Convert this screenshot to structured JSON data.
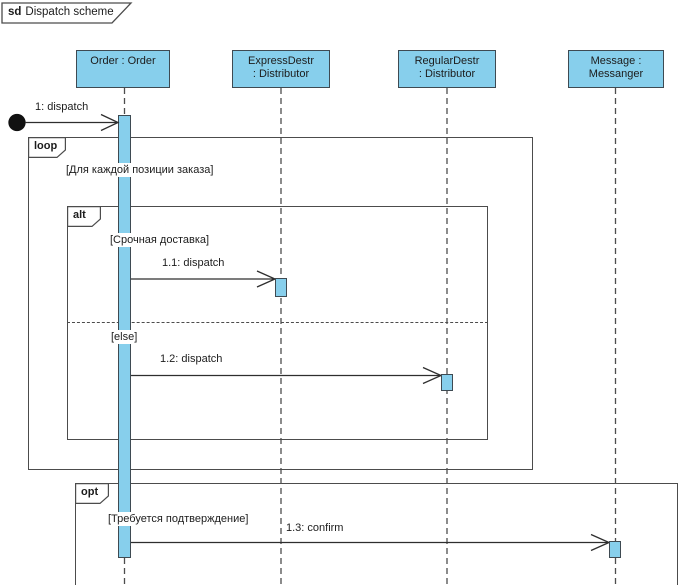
{
  "frame": {
    "keyword": "sd",
    "title": "Dispatch scheme"
  },
  "lifelines": [
    {
      "full_name": "Order : Order",
      "label_line1": "Order : Order",
      "label_line2": ""
    },
    {
      "full_name": "ExpressDestr : Distributor",
      "label_line1": "ExpressDestr",
      "label_line2": ": Distributor"
    },
    {
      "full_name": "RegularDestr : Distributor",
      "label_line1": "RegularDestr",
      "label_line2": ": Distributor"
    },
    {
      "full_name": "Message : Messanger",
      "label_line1": "Message :",
      "label_line2": "Messanger"
    }
  ],
  "fragments": {
    "loop": {
      "keyword": "loop",
      "guard": "[Для каждой позиции заказа]"
    },
    "alt": {
      "keyword": "alt",
      "guard_if": "[Срочная доставка]",
      "guard_else": "[else]"
    },
    "opt": {
      "keyword": "opt",
      "guard": "[Требуется подтверждение]"
    }
  },
  "messages": {
    "m1": {
      "label": "1: dispatch",
      "kind": "found message",
      "to": "Order : Order"
    },
    "m1_1": {
      "label": "1.1: dispatch",
      "from": "Order : Order",
      "to": "ExpressDestr : Distributor"
    },
    "m1_2": {
      "label": "1.2: dispatch",
      "from": "Order : Order",
      "to": "RegularDestr : Distributor"
    },
    "m1_3": {
      "label": "1.3: confirm",
      "from": "Order : Order",
      "to": "Message : Messanger"
    }
  },
  "colors": {
    "element_fill": "#87CFEC",
    "element_border": "#3E4A52",
    "frame_border": "#4C4C4C",
    "background": "#FFFFFF",
    "text": "#1C1C1C"
  }
}
